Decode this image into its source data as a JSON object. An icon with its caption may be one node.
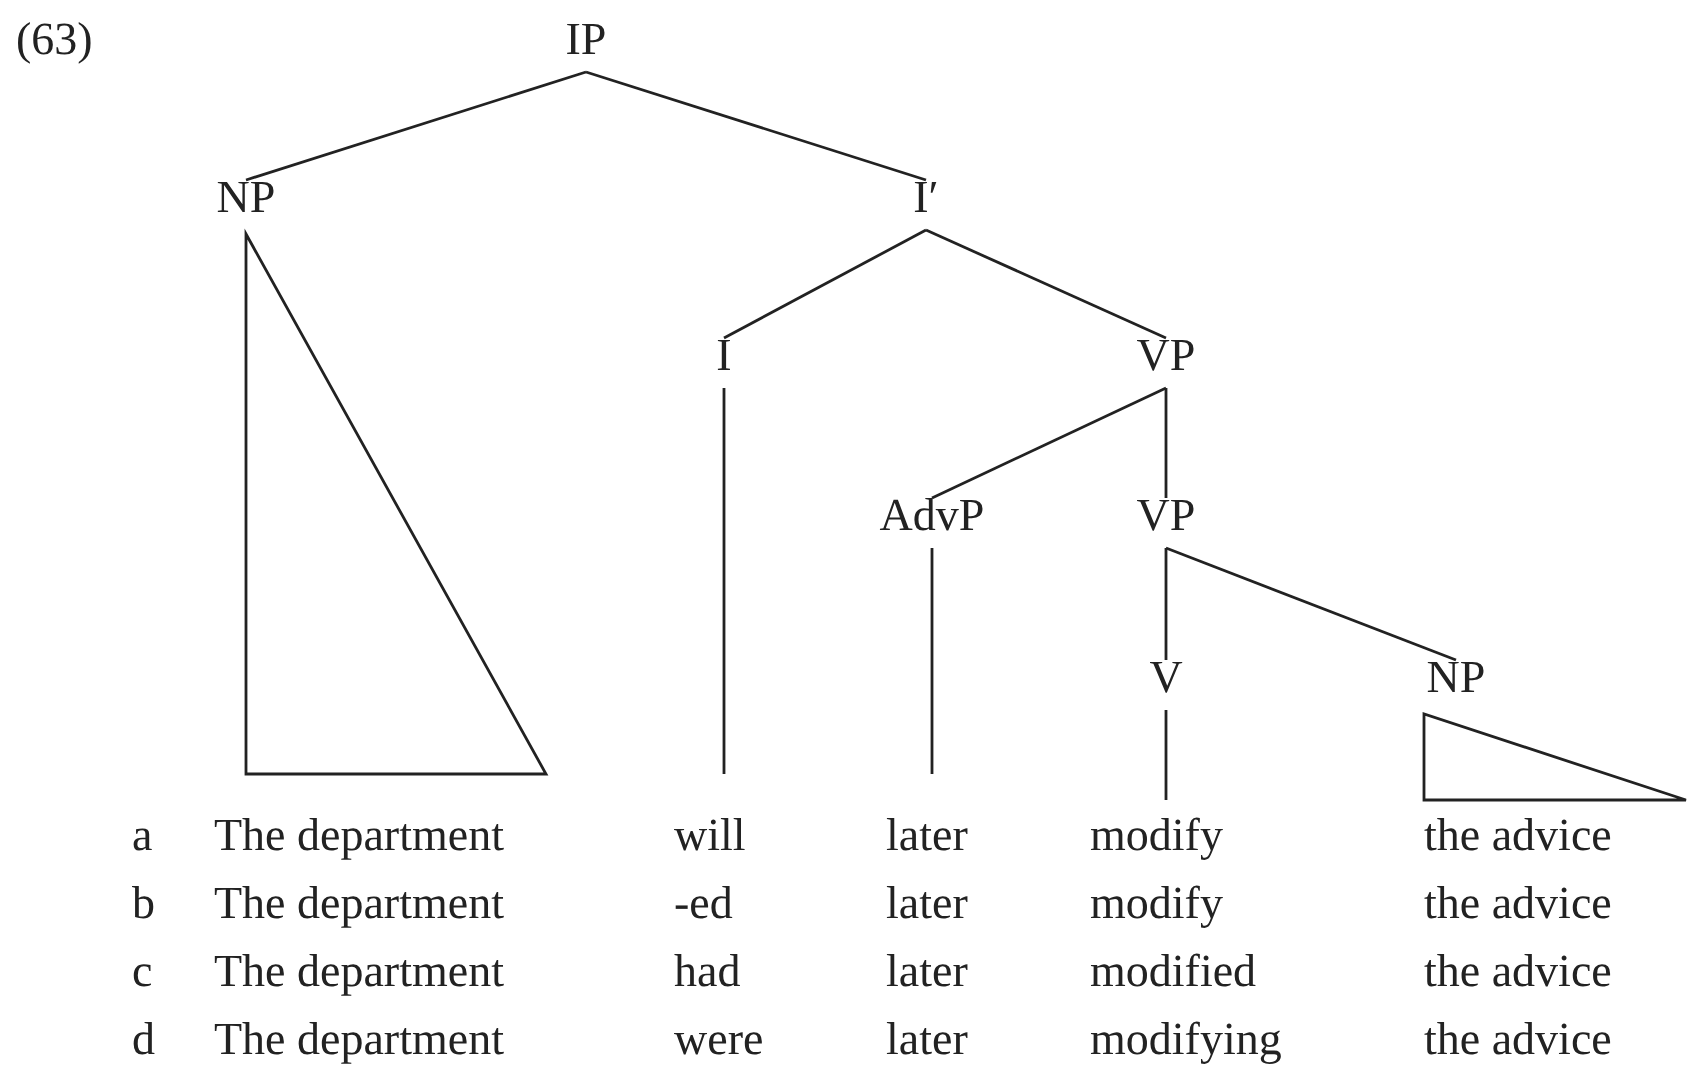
{
  "diagram": {
    "nodes": [
      {
        "text": [
          "IP"
        ]
      },
      {
        "text": [
          "NP"
        ]
      },
      {
        "text": [
          "I′"
        ]
      },
      {
        "text": [
          "I"
        ]
      },
      {
        "text": [
          "VP"
        ]
      },
      {
        "text": [
          "AdvP"
        ]
      },
      {
        "text": [
          "VP"
        ]
      },
      {
        "text": [
          "V"
        ]
      },
      {
        "text": [
          "NP"
        ]
      }
    ],
    "edges": [
      {
        "from": 0,
        "to": 1,
        "arrow": "none"
      },
      {
        "from": 0,
        "to": 2,
        "arrow": "none"
      },
      {
        "from": 2,
        "to": 3,
        "arrow": "none"
      },
      {
        "from": 2,
        "to": 4,
        "arrow": "none"
      },
      {
        "from": 4,
        "to": 5,
        "arrow": "none"
      },
      {
        "from": 4,
        "to": 6,
        "arrow": "none"
      },
      {
        "from": 6,
        "to": 7,
        "arrow": "none"
      },
      {
        "from": 6,
        "to": 8,
        "arrow": "none"
      },
      {
        "from": 3,
        "to": null,
        "arrow": "none"
      },
      {
        "from": 5,
        "to": null,
        "arrow": "none"
      },
      {
        "from": 7,
        "to": null,
        "arrow": "none"
      }
    ],
    "labels": [
      "(63)",
      "a",
      "The department",
      "will",
      "later",
      "modify",
      "the advice",
      "b",
      "The department",
      "-ed",
      "later",
      "modify",
      "the advice",
      "c",
      "The department",
      "had",
      "later",
      "modified",
      "the advice",
      "d",
      "The department",
      "were",
      "later",
      "modifying",
      "the advice"
    ]
  }
}
